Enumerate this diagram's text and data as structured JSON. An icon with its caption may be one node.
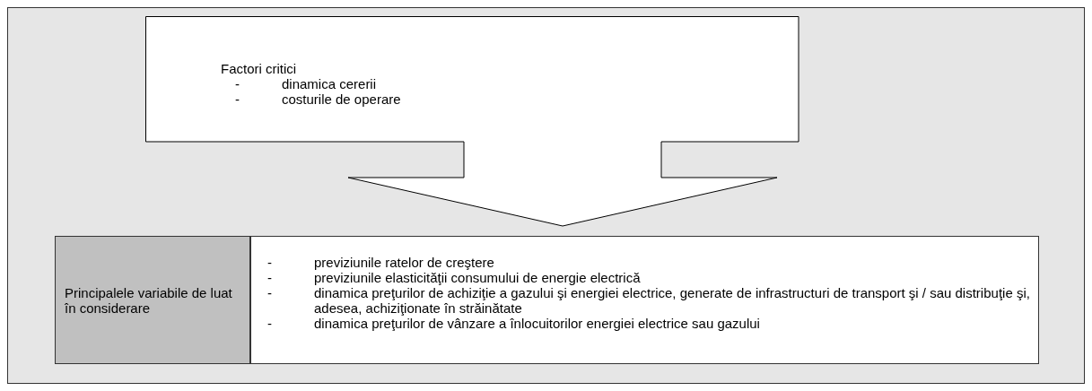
{
  "diagram": {
    "nodes": [
      {
        "text": [
          "Factori critici",
          "- dinamica cererii",
          "- costurile de operare"
        ]
      },
      {
        "text": [
          "Principalele variabile de luat în considerare"
        ]
      },
      {
        "text": [
          "- previziunile ratelor de creştere",
          "- previziunile elasticităţii consumului de energie electrică",
          "- dinamica preţurilor de achiziţie a gazului şi energiei electrice, generate de infrastructuri de transport şi / sau distribuţie şi, adesea, achiziţionate în străinătate",
          "- dinamica preţurilor de vânzare a înlocuitorilor energiei electrice sau gazului"
        ]
      }
    ]
  }
}
